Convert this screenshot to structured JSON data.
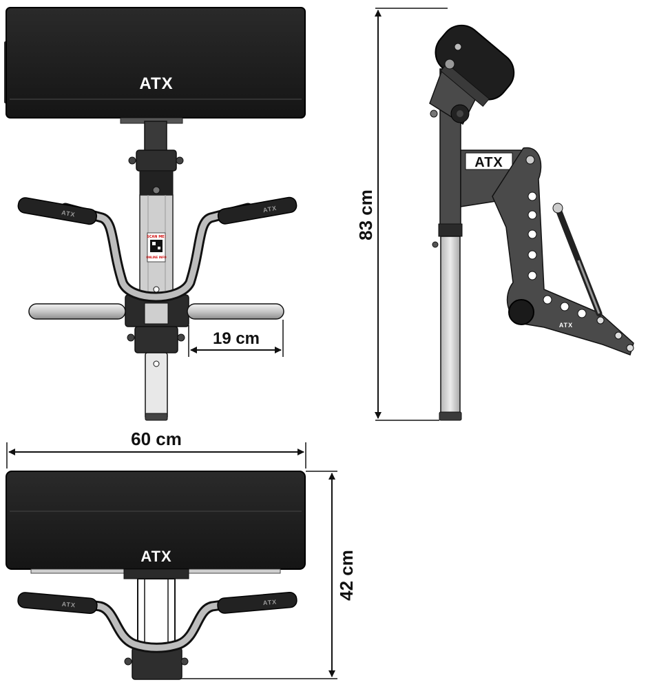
{
  "brand": {
    "logo_text": "ATX",
    "grip_text": "ATX",
    "sticker_line1": "SCAN ME!",
    "sticker_line2": "ONLINE INFO"
  },
  "dimensions": {
    "grip_offset": "19 cm",
    "height": "83 cm",
    "width": "60 cm",
    "depth": "42 cm"
  },
  "colors": {
    "pad": "#1c1c1c",
    "frame": "#4a4a4a",
    "metal": "#d8d8d8",
    "line": "#111111"
  },
  "views": [
    "front-view",
    "side-view",
    "top-view"
  ]
}
